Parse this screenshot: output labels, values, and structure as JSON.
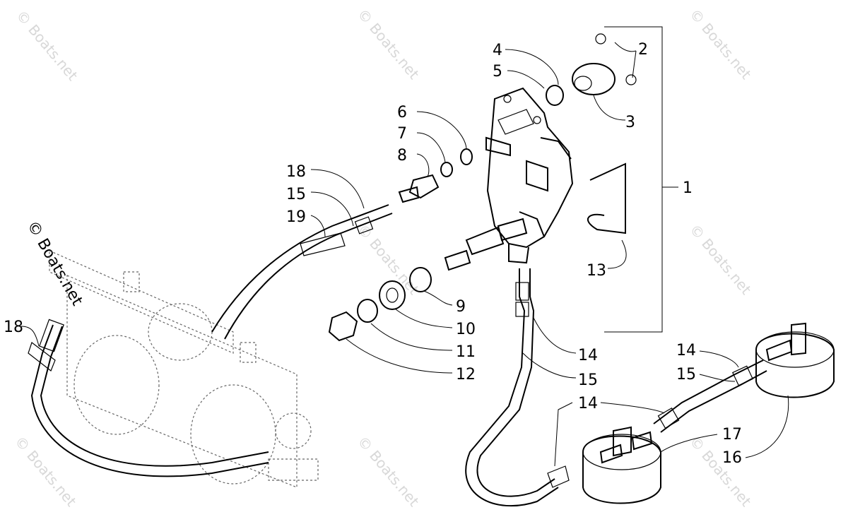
{
  "watermark": {
    "text": "© Boats.net"
  },
  "callouts": {
    "c1": "1",
    "c2": "2",
    "c3": "3",
    "c4": "4",
    "c5": "5",
    "c6": "6",
    "c7": "7",
    "c8": "8",
    "c9": "9",
    "c10": "10",
    "c11": "11",
    "c12": "12",
    "c13": "13",
    "c14a": "14",
    "c14b": "14",
    "c14c": "14",
    "c15a": "15",
    "c15b": "15",
    "c15c": "15",
    "c16": "16",
    "c17": "17",
    "c18a": "18",
    "c18b": "18",
    "c19": "19"
  }
}
